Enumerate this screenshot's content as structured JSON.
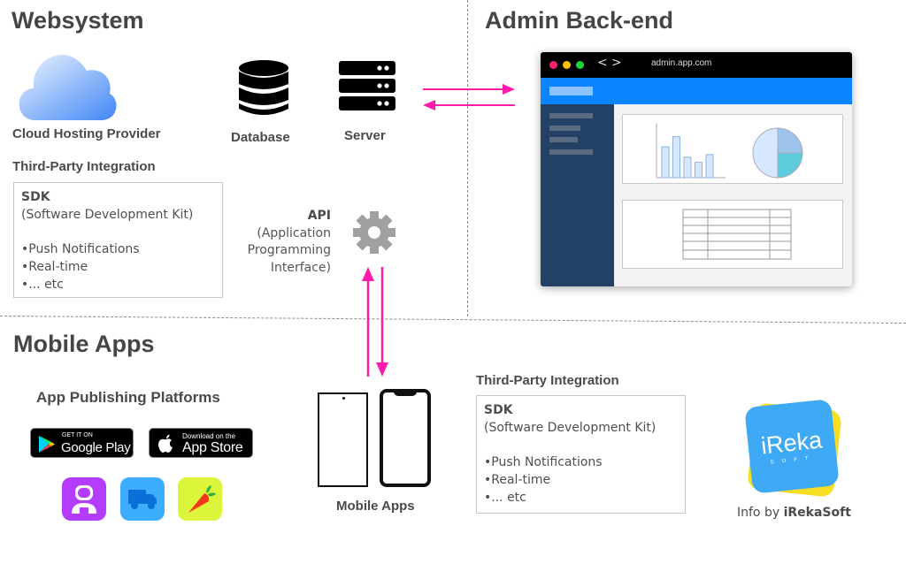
{
  "sections": {
    "websystem": "Websystem",
    "admin": "Admin Back-end",
    "mobile": "Mobile Apps"
  },
  "websystem": {
    "cloud_label": "Cloud Hosting Provider",
    "database_label": "Database",
    "server_label": "Server",
    "third_party_title": "Third-Party Integration",
    "sdk": {
      "title": "SDK",
      "subtitle": "(Software Development Kit)",
      "items": [
        "Push Notifications",
        "Real-time",
        "... etc"
      ]
    },
    "api": {
      "title": "API",
      "line1": "(Application",
      "line2": "Programming",
      "line3": "Interface)"
    }
  },
  "admin": {
    "url": "admin.app.com",
    "nav_back": "<",
    "nav_forward": ">",
    "traffic_colors": [
      "#ff1e6e",
      "#ffc300",
      "#1ed43a"
    ],
    "mini_bar_values": [
      0.6,
      0.8,
      0.4,
      0.3,
      0.45
    ],
    "mini_pie_fractions": [
      0.5,
      0.25,
      0.25
    ]
  },
  "mobile": {
    "publishing_title": "App Publishing Platforms",
    "google_play": {
      "small": "GET IT ON",
      "big": "Google Play"
    },
    "app_store": {
      "small": "Download on the",
      "big": "App Store"
    },
    "app_icons": [
      {
        "name": "astronaut",
        "color": "#b43cff"
      },
      {
        "name": "truck",
        "color": "#3daeff"
      },
      {
        "name": "carrot",
        "color": "#dcf53a"
      }
    ],
    "devices_label": "Mobile Apps",
    "third_party_title": "Third-Party Integration",
    "sdk": {
      "title": "SDK",
      "subtitle": "(Software Development Kit)",
      "items": [
        "Push Notifications",
        "Real-time",
        "... etc"
      ]
    }
  },
  "credit": {
    "logo_main": "iReka",
    "logo_sub": "SOFT",
    "prefix": "Info by ",
    "brand": "iRekaSoft"
  },
  "colors": {
    "arrow": "#ff1aa8",
    "divider": "#8a8a8a",
    "heading": "#454545"
  }
}
